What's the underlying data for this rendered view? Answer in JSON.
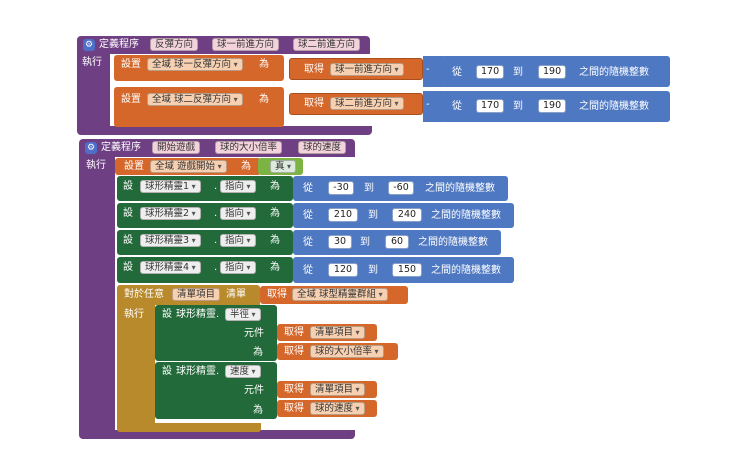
{
  "proc1": {
    "keyword": "定義程序",
    "name": "反彈方向",
    "params": [
      "球一前進方向",
      "球二前進方向"
    ],
    "exec": "執行",
    "rows": [
      {
        "set": "設置",
        "var": "全域 球一反彈方向",
        "to": "為",
        "get": "取得",
        "getvar": "球一前進方向",
        "op": "-",
        "from": "從",
        "a": "170",
        "between": "到",
        "b": "190",
        "tail": "之間的隨機整數"
      },
      {
        "set": "設置",
        "var": "全域 球二反彈方向",
        "to": "為",
        "get": "取得",
        "getvar": "球二前進方向",
        "op": "-",
        "from": "從",
        "a": "170",
        "between": "到",
        "b": "190",
        "tail": "之間的隨機整數"
      }
    ]
  },
  "proc2": {
    "keyword": "定義程序",
    "name": "開始遊戲",
    "params": [
      "球的大小倍率",
      "球的速度"
    ],
    "exec": "執行",
    "setgame": {
      "set": "設置",
      "var": "全域 遊戲開始",
      "to": "為",
      "val": "真"
    },
    "sprites": [
      {
        "set": "設",
        "comp": "球形精靈1",
        "dot": ".",
        "prop": "指向",
        "to": "為",
        "from": "從",
        "a": "-30",
        "between": "到",
        "b": "-60",
        "tail": "之間的隨機整數"
      },
      {
        "set": "設",
        "comp": "球形精靈2",
        "dot": ".",
        "prop": "指向",
        "to": "為",
        "from": "從",
        "a": "210",
        "between": "到",
        "b": "240",
        "tail": "之間的隨機整數"
      },
      {
        "set": "設",
        "comp": "球形精靈3",
        "dot": ".",
        "prop": "指向",
        "to": "為",
        "from": "從",
        "a": "30",
        "between": "到",
        "b": "60",
        "tail": "之間的隨機整數"
      },
      {
        "set": "設",
        "comp": "球形精靈4",
        "dot": ".",
        "prop": "指向",
        "to": "為",
        "from": "從",
        "a": "120",
        "between": "到",
        "b": "150",
        "tail": "之間的隨機整數"
      }
    ],
    "foreach": {
      "label": "對於任意",
      "item": "清單項目",
      "list": "清單",
      "get": "取得",
      "listvar": "全域 球型精靈群組",
      "exec": "執行",
      "blocks": [
        {
          "set": "設",
          "comp": "球形精靈.",
          "prop": "半徑",
          "elem": "元件",
          "to": "為",
          "get1": "取得",
          "v1": "清單項目",
          "get2": "取得",
          "v2": "球的大小倍率"
        },
        {
          "set": "設",
          "comp": "球形精靈.",
          "prop": "速度",
          "elem": "元件",
          "to": "為",
          "get1": "取得",
          "v1": "清單項目",
          "get2": "取得",
          "v2": "球的速度"
        }
      ]
    }
  }
}
